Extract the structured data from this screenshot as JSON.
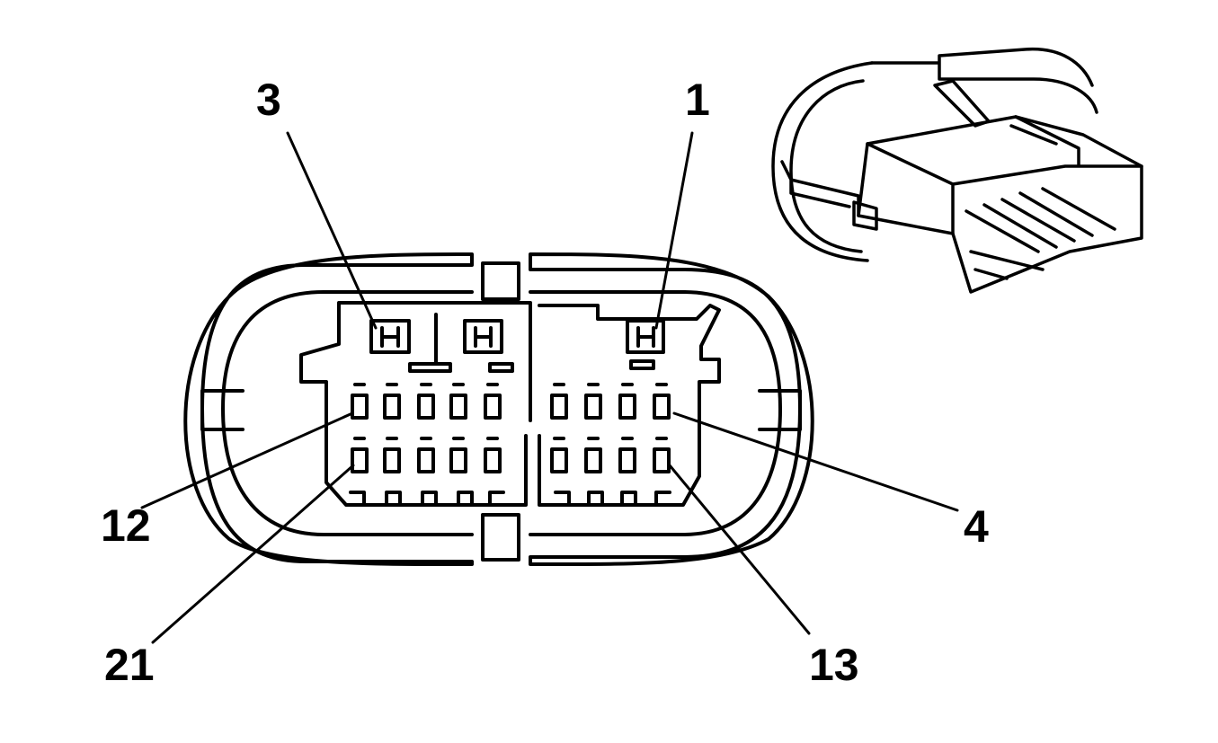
{
  "diagram": {
    "pin_labels": {
      "pin_3": "3",
      "pin_1": "1",
      "pin_12": "12",
      "pin_4": "4",
      "pin_21": "21",
      "pin_13": "13"
    },
    "colors": {
      "stroke": "#000000",
      "background": "#ffffff"
    }
  }
}
